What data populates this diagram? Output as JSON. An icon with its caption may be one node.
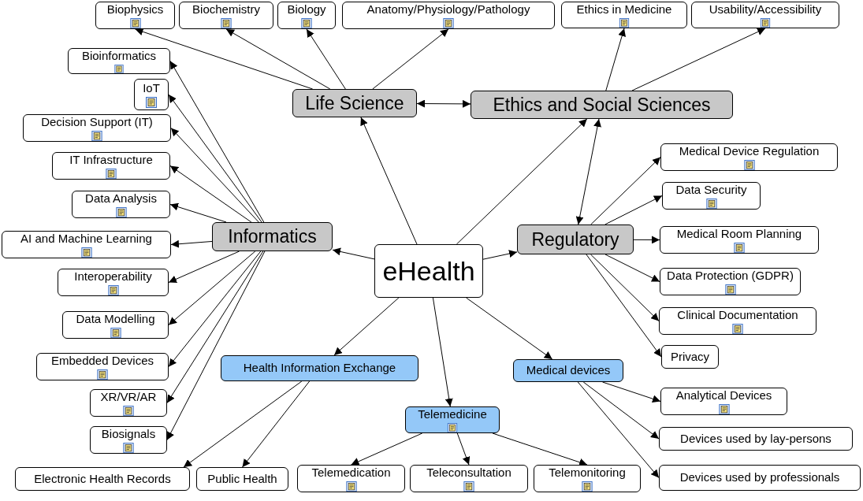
{
  "diagram": {
    "nodes": [
      {
        "text": [
          "eHealth"
        ]
      },
      {
        "text": [
          "Life Science"
        ]
      },
      {
        "text": [
          "Ethics and Social Sciences"
        ]
      },
      {
        "text": [
          "Informatics"
        ]
      },
      {
        "text": [
          "Regulatory"
        ]
      },
      {
        "text": [
          "Health Information Exchange"
        ]
      },
      {
        "text": [
          "Telemedicine"
        ]
      },
      {
        "text": [
          "Medical devices"
        ]
      },
      {
        "text": [
          "Biophysics"
        ]
      },
      {
        "text": [
          "Biochemistry"
        ]
      },
      {
        "text": [
          "Biology"
        ]
      },
      {
        "text": [
          "Anatomy/Physiology/Pathology"
        ]
      },
      {
        "text": [
          "Ethics in Medicine"
        ]
      },
      {
        "text": [
          "Usability/Accessibility"
        ]
      },
      {
        "text": [
          "Bioinformatics"
        ]
      },
      {
        "text": [
          "IoT"
        ]
      },
      {
        "text": [
          "Decision Support (IT)"
        ]
      },
      {
        "text": [
          "IT Infrastructure"
        ]
      },
      {
        "text": [
          "Data Analysis"
        ]
      },
      {
        "text": [
          "AI and Machine Learning"
        ]
      },
      {
        "text": [
          "Interoperability"
        ]
      },
      {
        "text": [
          "Data Modelling"
        ]
      },
      {
        "text": [
          "Embedded Devices"
        ]
      },
      {
        "text": [
          "XR/VR/AR"
        ]
      },
      {
        "text": [
          "Biosignals"
        ]
      },
      {
        "text": [
          "Medical Device Regulation"
        ]
      },
      {
        "text": [
          "Data Security"
        ]
      },
      {
        "text": [
          "Medical Room Planning"
        ]
      },
      {
        "text": [
          "Data Protection (GDPR)"
        ]
      },
      {
        "text": [
          "Clinical Documentation"
        ]
      },
      {
        "text": [
          "Privacy"
        ]
      },
      {
        "text": [
          "Electronic Health Records"
        ]
      },
      {
        "text": [
          "Public Health"
        ]
      },
      {
        "text": [
          "Telemedication"
        ]
      },
      {
        "text": [
          "Teleconsultation"
        ]
      },
      {
        "text": [
          "Telemonitoring"
        ]
      },
      {
        "text": [
          "Analytical Devices"
        ]
      },
      {
        "text": [
          "Devices used by lay-persons"
        ]
      },
      {
        "text": [
          "Devices used by professionals"
        ]
      }
    ],
    "edges": [
      {
        "from": 0,
        "to": 1,
        "arrow": "to"
      },
      {
        "from": 0,
        "to": 2,
        "arrow": "to"
      },
      {
        "from": 0,
        "to": 3,
        "arrow": "to"
      },
      {
        "from": 0,
        "to": 4,
        "arrow": "to"
      },
      {
        "from": 0,
        "to": 5,
        "arrow": "to"
      },
      {
        "from": 0,
        "to": 6,
        "arrow": "to"
      },
      {
        "from": 0,
        "to": 7,
        "arrow": "to"
      },
      {
        "from": 1,
        "to": 2,
        "arrow": "both"
      },
      {
        "from": 2,
        "to": 4,
        "arrow": "both"
      },
      {
        "from": 1,
        "to": 8,
        "arrow": "to"
      },
      {
        "from": 1,
        "to": 9,
        "arrow": "to"
      },
      {
        "from": 1,
        "to": 10,
        "arrow": "to"
      },
      {
        "from": 1,
        "to": 11,
        "arrow": "to"
      },
      {
        "from": 2,
        "to": 12,
        "arrow": "to"
      },
      {
        "from": 2,
        "to": 13,
        "arrow": "to"
      },
      {
        "from": 3,
        "to": 14,
        "arrow": "to"
      },
      {
        "from": 3,
        "to": 15,
        "arrow": "to"
      },
      {
        "from": 3,
        "to": 16,
        "arrow": "to"
      },
      {
        "from": 3,
        "to": 17,
        "arrow": "to"
      },
      {
        "from": 3,
        "to": 18,
        "arrow": "to"
      },
      {
        "from": 3,
        "to": 19,
        "arrow": "to"
      },
      {
        "from": 3,
        "to": 20,
        "arrow": "to"
      },
      {
        "from": 3,
        "to": 21,
        "arrow": "to"
      },
      {
        "from": 3,
        "to": 22,
        "arrow": "to"
      },
      {
        "from": 3,
        "to": 23,
        "arrow": "to"
      },
      {
        "from": 3,
        "to": 24,
        "arrow": "to"
      },
      {
        "from": 4,
        "to": 25,
        "arrow": "to"
      },
      {
        "from": 4,
        "to": 26,
        "arrow": "to"
      },
      {
        "from": 4,
        "to": 27,
        "arrow": "to"
      },
      {
        "from": 4,
        "to": 28,
        "arrow": "to"
      },
      {
        "from": 4,
        "to": 29,
        "arrow": "to"
      },
      {
        "from": 4,
        "to": 30,
        "arrow": "to"
      },
      {
        "from": 5,
        "to": 31,
        "arrow": "to"
      },
      {
        "from": 5,
        "to": 32,
        "arrow": "to"
      },
      {
        "from": 6,
        "to": 33,
        "arrow": "to"
      },
      {
        "from": 6,
        "to": 34,
        "arrow": "to"
      },
      {
        "from": 6,
        "to": 35,
        "arrow": "to"
      },
      {
        "from": 7,
        "to": 36,
        "arrow": "to"
      },
      {
        "from": 7,
        "to": 37,
        "arrow": "to"
      },
      {
        "from": 7,
        "to": 38,
        "arrow": "to"
      }
    ]
  }
}
